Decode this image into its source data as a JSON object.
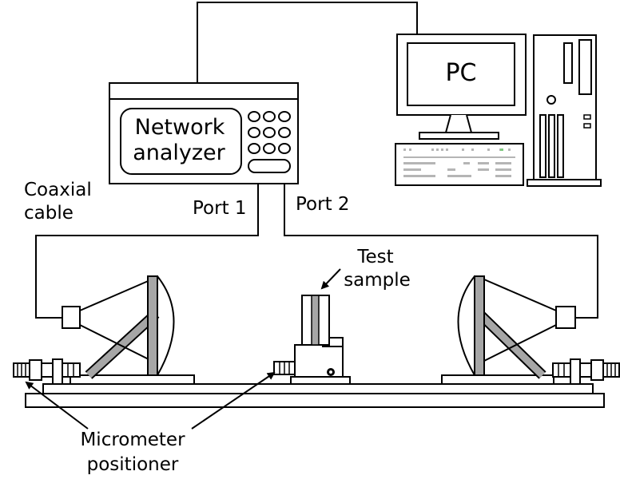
{
  "diagram": {
    "labels": {
      "pc": "PC",
      "network_analyzer_line1": "Network",
      "network_analyzer_line2": "analyzer",
      "coaxial_line1": "Coaxial",
      "coaxial_line2": "cable",
      "port1": "Port 1",
      "port2": "Port 2",
      "test_line1": "Test",
      "test_line2": "sample",
      "micrometer_line1": "Micrometer",
      "micrometer_line2": "positioner"
    },
    "colors": {
      "line": "#000000",
      "support_gray": "#a6a6a6",
      "background": "#ffffff"
    }
  }
}
